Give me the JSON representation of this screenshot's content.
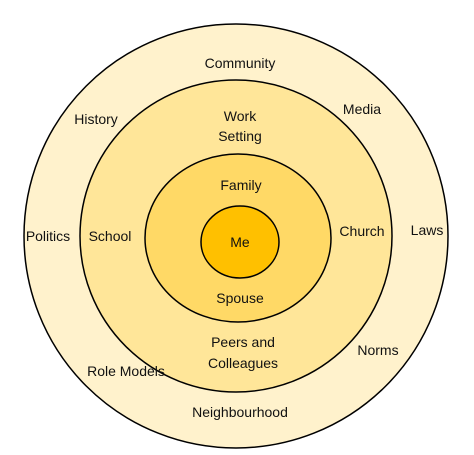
{
  "diagram": {
    "type": "concentric-circles",
    "rings": [
      {
        "level": "outer",
        "fill": "#fff2cc",
        "labels": [
          "Community",
          "Media",
          "History",
          "Politics",
          "Laws",
          "Norms",
          "Role Models",
          "Neighbourhood"
        ]
      },
      {
        "level": "second",
        "fill": "#ffe699",
        "labels": [
          "Work",
          "Setting",
          "School",
          "Church",
          "Peers and",
          "Colleagues"
        ]
      },
      {
        "level": "third",
        "fill": "#ffd966",
        "labels": [
          "Family",
          "Spouse"
        ]
      },
      {
        "level": "core",
        "fill": "#ffc000",
        "labels": [
          "Me"
        ]
      }
    ],
    "stroke_color": "#000000"
  }
}
